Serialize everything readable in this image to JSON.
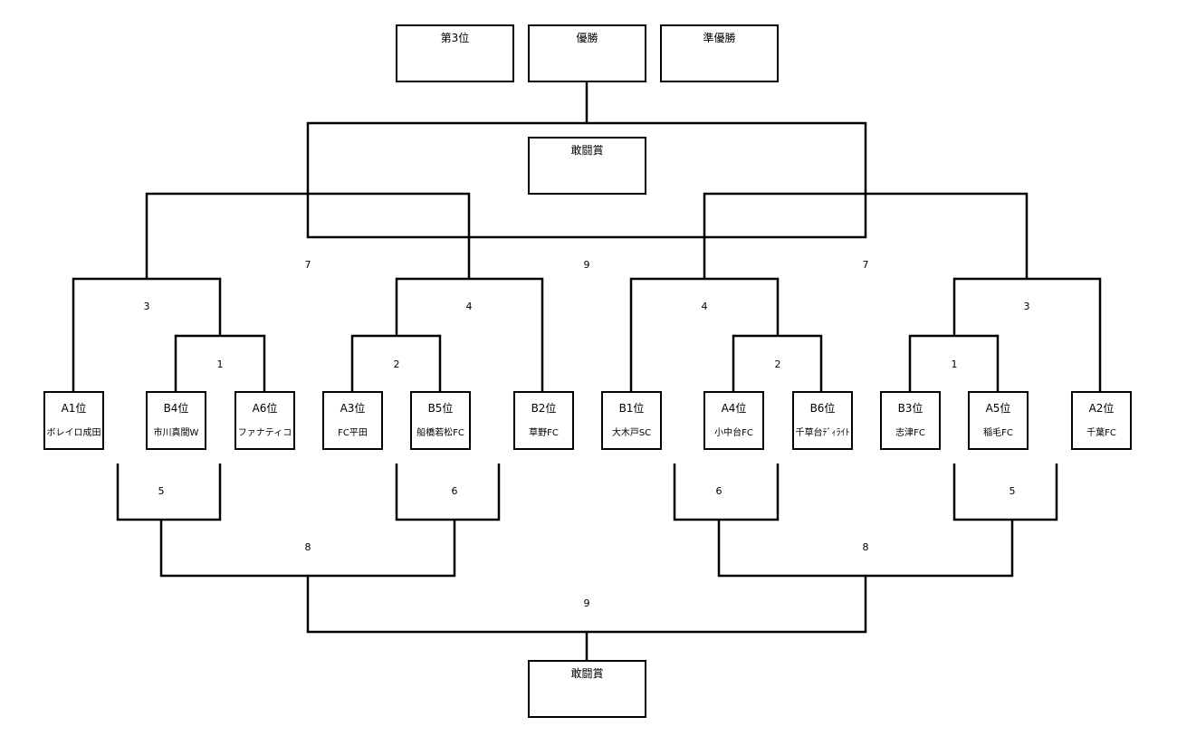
{
  "awards": {
    "third": "第3位",
    "champion": "優勝",
    "runner_up": "準優勝",
    "fighting_spirit_top": "敢闘賞",
    "fighting_spirit_bottom": "敢闘賞"
  },
  "teams": [
    {
      "seed": "A1位",
      "name": "ボレイロ成田"
    },
    {
      "seed": "B4位",
      "name": "市川真間W"
    },
    {
      "seed": "A6位",
      "name": "ファナティコ"
    },
    {
      "seed": "A3位",
      "name": "FC平田"
    },
    {
      "seed": "B5位",
      "name": "船橋若松FC"
    },
    {
      "seed": "B2位",
      "name": "草野FC"
    },
    {
      "seed": "B1位",
      "name": "大木戸SC"
    },
    {
      "seed": "A4位",
      "name": "小中台FC"
    },
    {
      "seed": "B6位",
      "name": "千草台ﾃﾞｨﾗｲﾄ"
    },
    {
      "seed": "B3位",
      "name": "志津FC"
    },
    {
      "seed": "A5位",
      "name": "稲毛FC"
    },
    {
      "seed": "A2位",
      "name": "千葉FC"
    }
  ],
  "match_numbers": {
    "m1_left": "1",
    "m2_left": "2",
    "m2_right": "2",
    "m1_right": "1",
    "m3_left": "3",
    "m4_left": "4",
    "m4_right": "4",
    "m3_right": "3",
    "m7_left": "7",
    "m9_top": "9",
    "m7_right": "7",
    "m5_left": "5",
    "m6_left": "6",
    "m6_right": "6",
    "m5_right": "5",
    "m8_left": "8",
    "m8_right": "8",
    "m9_bottom": "9"
  }
}
